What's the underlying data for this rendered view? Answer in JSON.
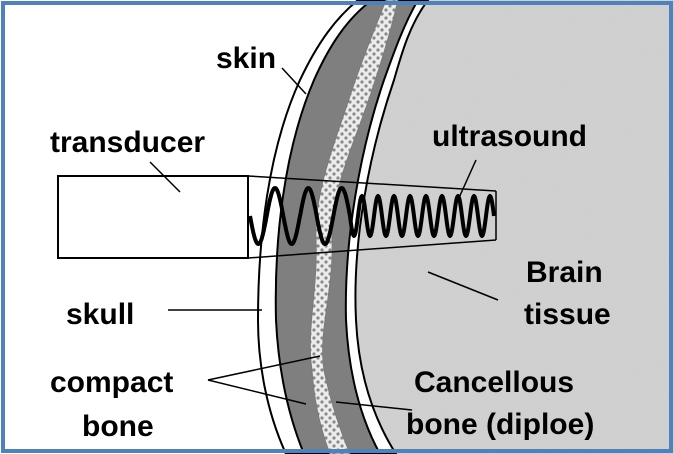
{
  "labels": {
    "skin": "skin",
    "transducer": "transducer",
    "ultrasound": "ultrasound",
    "brain_line1": "Brain",
    "brain_line2": "tissue",
    "skull": "skull",
    "compact_line1": "compact",
    "compact_line2": "bone",
    "cancellous_line1": "Cancellous",
    "cancellous_line2": "bone (diploe)"
  },
  "colors": {
    "frame": "#4f81bd",
    "compact_bone": "#7f7f7f",
    "diploe": "#e0e0e0",
    "brain_tissue": "#d4d4d4",
    "background": "#ffffff",
    "ink": "#000000"
  }
}
